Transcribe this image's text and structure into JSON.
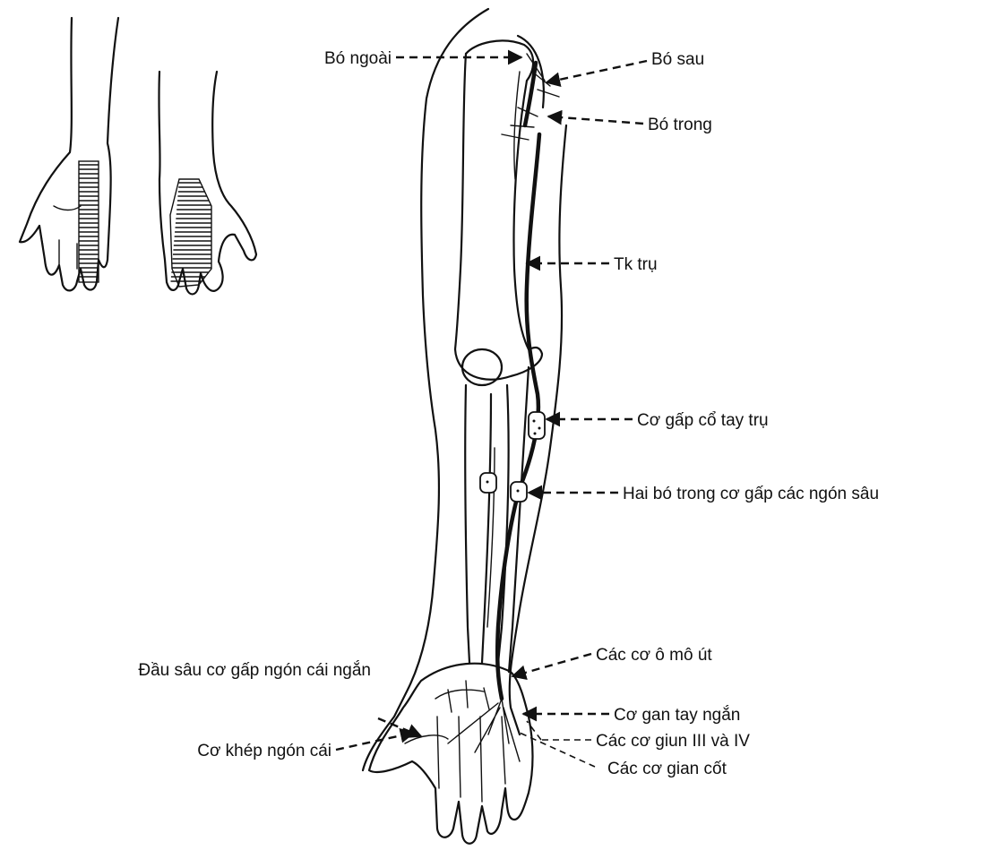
{
  "labels": {
    "lateral_cord": "Bó ngoài",
    "posterior_cord": "Bó sau",
    "medial_cord": "Bó trong",
    "ulnar_nerve": "Tk trụ",
    "fcu": "Cơ gấp cổ tay trụ",
    "fdp": "Hai bó trong cơ gấp các ngón sâu",
    "hypothenar": "Các cơ ô mô út",
    "fpb_deep": "Đầu sâu cơ gấp ngón cái ngắn",
    "palmaris_brevis": "Cơ gan tay ngắn",
    "adductor_pollicis": "Cơ khép ngón cái",
    "interossei": "Các cơ gian cốt",
    "lumbricals": "Các cơ giun III và IV"
  }
}
